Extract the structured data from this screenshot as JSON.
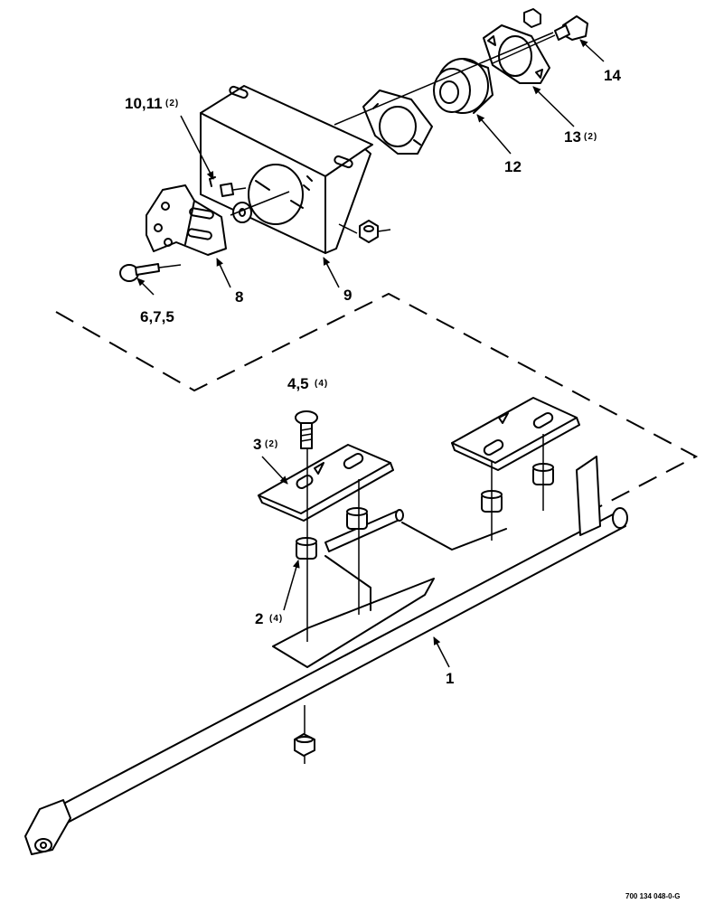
{
  "diagram": {
    "callouts": {
      "c1": "1",
      "c2": "2",
      "c2_qty": "(4)",
      "c3": "3",
      "c3_qty": "(2)",
      "c45": "4,5",
      "c45_qty": "(4)",
      "c675": "6,7,5",
      "c8": "8",
      "c9": "9",
      "c1011": "10,11",
      "c1011_qty": "(2)",
      "c12": "12",
      "c13": "13",
      "c13_qty": "(2)",
      "c14": "14"
    },
    "drawing_code": "700 134 048-0-G"
  }
}
